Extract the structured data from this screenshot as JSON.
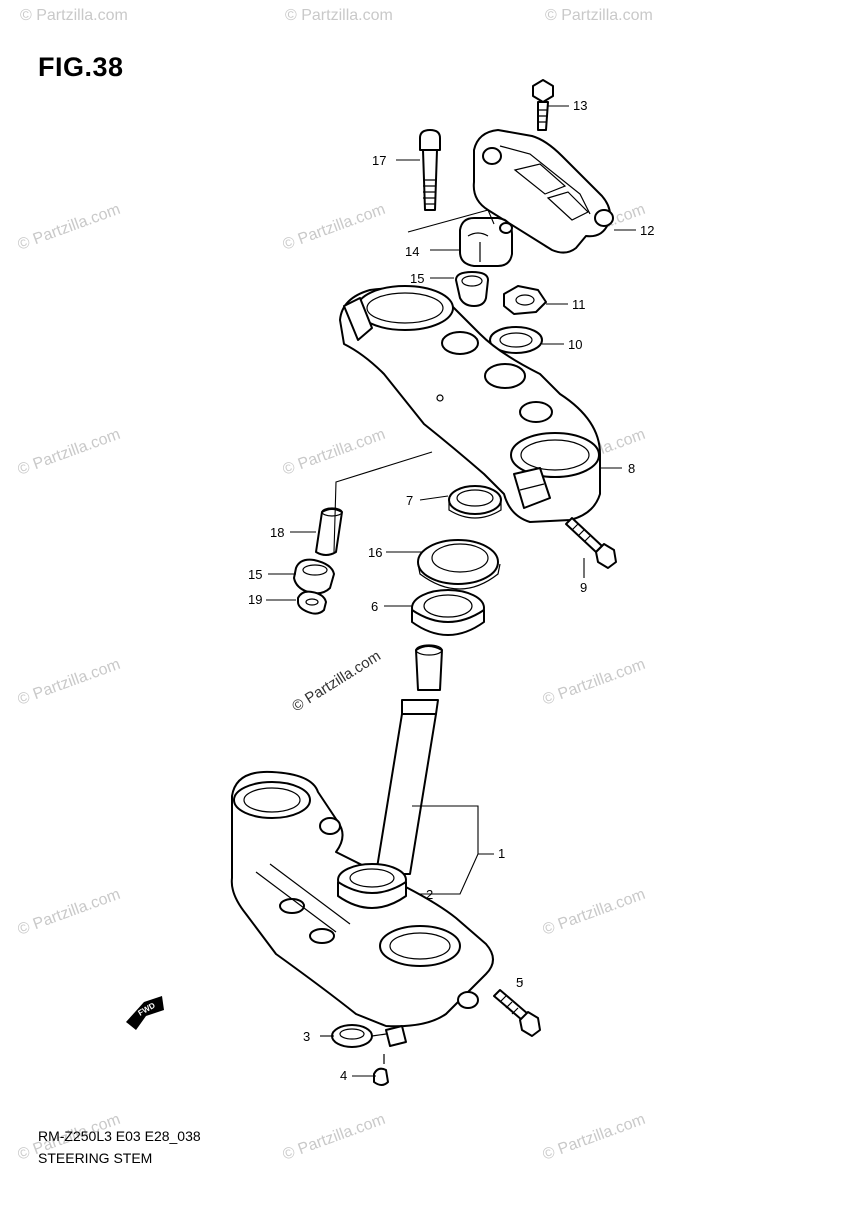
{
  "figure": {
    "title": "FIG.38",
    "model_code": "RM-Z250L3 E03 E28_038",
    "name": "STEERING STEM"
  },
  "watermark": {
    "text": "© Partzilla.com",
    "center_text": "© Partzilla.com"
  },
  "direction_label": "FWD",
  "callouts": [
    {
      "id": "c1",
      "label": "1"
    },
    {
      "id": "c2",
      "label": "2"
    },
    {
      "id": "c3",
      "label": "3"
    },
    {
      "id": "c4",
      "label": "4"
    },
    {
      "id": "c5",
      "label": "5"
    },
    {
      "id": "c6",
      "label": "6"
    },
    {
      "id": "c7",
      "label": "7"
    },
    {
      "id": "c8",
      "label": "8"
    },
    {
      "id": "c9",
      "label": "9"
    },
    {
      "id": "c10",
      "label": "10"
    },
    {
      "id": "c11",
      "label": "11"
    },
    {
      "id": "c12",
      "label": "12"
    },
    {
      "id": "c13",
      "label": "13"
    },
    {
      "id": "c14",
      "label": "14"
    },
    {
      "id": "c15a",
      "label": "15"
    },
    {
      "id": "c15b",
      "label": "15"
    },
    {
      "id": "c16",
      "label": "16"
    },
    {
      "id": "c17",
      "label": "17"
    },
    {
      "id": "c18",
      "label": "18"
    },
    {
      "id": "c19",
      "label": "19"
    }
  ],
  "colors": {
    "line": "#000000",
    "watermark": "#c9c9c9",
    "background": "#ffffff"
  }
}
